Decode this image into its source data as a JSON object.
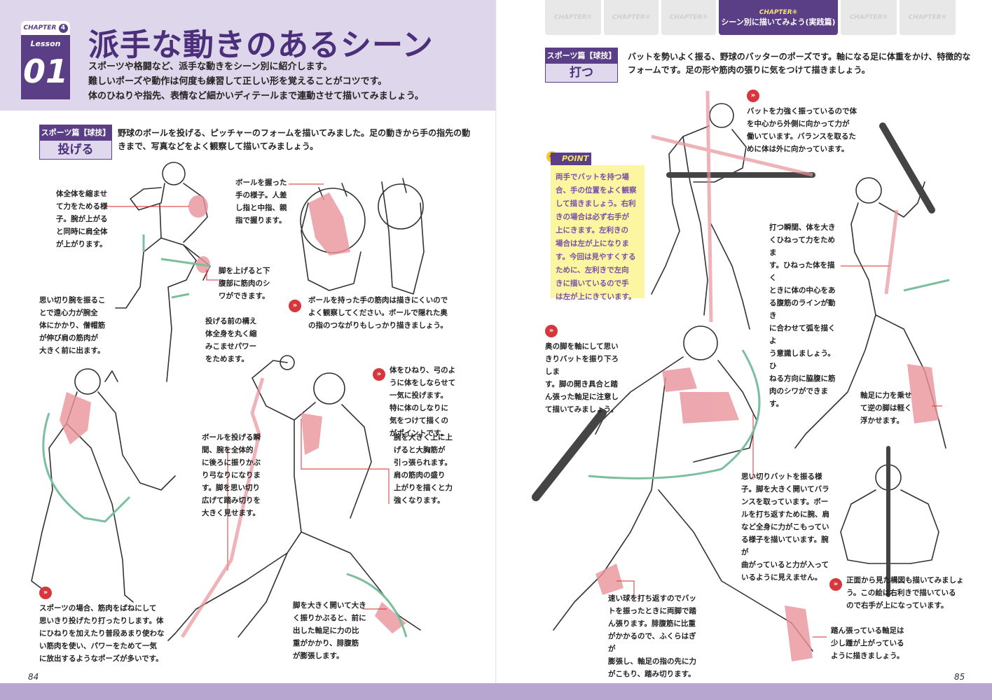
{
  "header": {
    "chapter_label": "CHAPTER",
    "chapter_num": "4",
    "lesson_label": "Lesson",
    "lesson_num": "01",
    "title": "派手な動きのあるシーン",
    "intro_lines": [
      "スポーツや格闘など、派手な動きをシーン別に紹介します。",
      "難しいポーズや動作は何度も練習して正しい形を覚えることがコツです。",
      "体のひねりや指先、表情など細かいディテールまで連動させて描いてみましょう。"
    ]
  },
  "tabs": [
    {
      "label": "CHAPTER①"
    },
    {
      "label": "CHAPTER②"
    },
    {
      "label": "CHAPTER③"
    },
    {
      "label": "CHAPTER④",
      "sub": "シーン別に描いてみよう(実践篇)"
    },
    {
      "label": "CHAPTER⑤"
    },
    {
      "label": "CHAPTER⑥"
    }
  ],
  "left_section": {
    "category": "スポーツ篇【球技】",
    "name": "投げる",
    "desc_lines": [
      "野球のボールを投げる、ピッチャーのフォームを描いてみました。足の動きから手の指先の動",
      "きまで、写真などをよく観察して描いてみましょう。"
    ]
  },
  "left_notes": {
    "n1": [
      "体全体を縮ませ",
      "て力をためる様",
      "子。腕が上がる",
      "と同時に肩全体",
      "が上がります。"
    ],
    "n2": [
      "ボールを握った",
      "手の様子。人差",
      "し指と中指、親",
      "指で握ります。"
    ],
    "n3": [
      "脚を上げると下",
      "腹部に筋肉のシ",
      "ワができます。"
    ],
    "n4": [
      "投げる前の構え",
      "体全身を丸く縮",
      "みこませパワー",
      "をためます。"
    ],
    "n5": [
      "ボールを持った手の筋肉は描きにくいので",
      "よく観察してください。ボールで隠れた奥",
      "の指のつながりもしっかり描きましょう。"
    ],
    "n6": [
      "思い切り腕を振るこ",
      "とで遠心力が腕全",
      "体にかかり、僧帽筋",
      "が伸び肩の筋肉が",
      "大きく前に出ます。"
    ],
    "n7": [
      "体をひねり、弓のよ",
      "うに体をしならせて",
      "一気に投げます。",
      "特に体のしなりに",
      "気をつけて描くの",
      "がポイントです。"
    ],
    "n8": [
      "ボールを投げる瞬",
      "間、腕を全体的",
      "に後ろに振りかぶ",
      "り弓なりになりま",
      "す。脚を思い切り",
      "広げて踏み切りを",
      "大きく見せます。"
    ],
    "n9": [
      "腕を大きく上に上",
      "げると大胸筋が",
      "引っ張られます。",
      "肩の筋肉の盛り",
      "上がりを描くと力",
      "強くなります。"
    ],
    "n10": [
      "スポーツの場合、筋肉をばねにして",
      "思いきり投げたり打ったりします。体",
      "にひねりを加えたり普段あまり使わな",
      "い筋肉を使い、パワーをためて一気",
      "に放出するようなポーズが多いです。"
    ],
    "n11": [
      "脚を大きく開いて大き",
      "く振りかぶると、前に",
      "出した軸足に力の比",
      "重がかかり、腓腹筋",
      "が膨張します。"
    ]
  },
  "right_section": {
    "category": "スポーツ篇【球技】",
    "name": "打つ",
    "desc_lines": [
      "バットを勢いよく振る、野球のバッターのポーズです。軸になる足に体重をかけ、特徴的な",
      "フォームです。足の形や筋肉の張りに気をつけて描きましょう。"
    ]
  },
  "point": {
    "label": "POINT",
    "lines": [
      "両手でバットを持つ場",
      "合、手の位置をよく観察",
      "して描きましょう。右利",
      "きの場合は必ず右手が",
      "上にきます。左利きの",
      "場合は左が上になりま",
      "す。今回は見やすくする",
      "ために、左利きで左向",
      "きに描いているので手",
      "は左が上にきています。"
    ]
  },
  "right_notes": {
    "r1": [
      "バットを力強く振っているので体",
      "を中心から外側に向かって力が",
      "働いています。バランスを取るた",
      "めに体は外に向かっています。"
    ],
    "r2": [
      "打つ瞬間、体を大き",
      "くひねって力をためま",
      "す。ひねった体を描く",
      "ときに体の中心をあ",
      "る腹筋のラインが動き",
      "に合わせて弧を描くよ",
      "う意識しましょう。ひ",
      "ねる方向に脇腹に筋",
      "肉のシワができます。"
    ],
    "r3": [
      "奥の脚を軸にして思い",
      "きりバットを振り下ろしま",
      "す。脚の開き具合と踏",
      "ん張った軸足に注意し",
      "て描いてみましょう。"
    ],
    "r4": [
      "軸足に力を乗せ",
      "て逆の脚は軽く",
      "浮かせます。"
    ],
    "r5": [
      "思い切りバットを振る様",
      "子。脚を大きく開いてバラ",
      "ンスを取っています。ボー",
      "ルを打ち返すために腕、肩",
      "など全身に力がこもってい",
      "る様子を描いています。腕が",
      "曲がっていると力が入って",
      "いるように見えません。"
    ],
    "r6": [
      "正面から見た構図も描いてみましょ",
      "う。この絵は右利きで描いている",
      "ので右手が上になっています。"
    ],
    "r7": [
      "速い球を打ち返すのでバッ",
      "トを振ったときに両脚で踏",
      "ん張ります。腓腹筋に比重",
      "がかかるので、ふくらはぎが",
      "膨張し、軸足の指の先に力",
      "がこもり、踏み切ります。"
    ],
    "r8": [
      "踏ん張っている軸足は",
      "少し踵が上がっている",
      "ように描きましょう。"
    ]
  },
  "footer": {
    "left_page": "84",
    "right_page": "85"
  },
  "colors": {
    "purple": "#5a3f86",
    "lavender": "#ded6ea",
    "muscle": "#e8939a",
    "accent_red": "#d7363c",
    "arrow_green": "#7cbf9e",
    "point_yellow": "#fdf6a0"
  }
}
